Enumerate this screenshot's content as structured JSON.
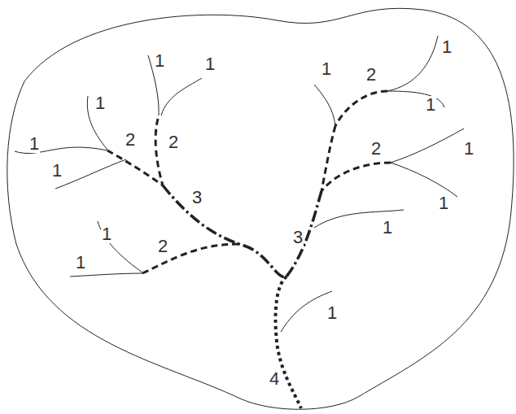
{
  "diagram": {
    "labels": [
      "1",
      "1",
      "1",
      "2",
      "2",
      "1",
      "1",
      "3",
      "1",
      "2",
      "1",
      "1",
      "1",
      "2",
      "1",
      "2",
      "1",
      "1",
      "1",
      "3",
      "1",
      "4"
    ]
  }
}
